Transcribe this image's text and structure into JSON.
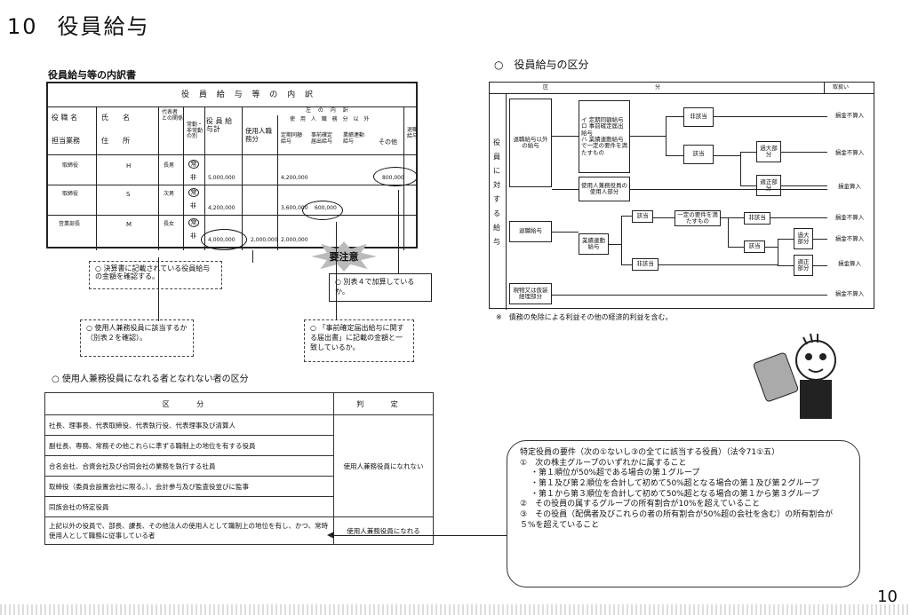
{
  "header": {
    "section_number": "10",
    "section_title": "役員給与"
  },
  "left": {
    "breakdown_title": "役員給与等の内訳書",
    "table_heading": "役 員 給 与 等 の 内 訳",
    "col_role": "役 職 名",
    "col_name": "氏　　名",
    "col_relation": "代表者との関係",
    "col_duty": "担当業務",
    "col_address": "住　　所",
    "col_status": "常勤・非常勤の別",
    "col_total": "役 員 給与計",
    "col_employee": "使用人職務分",
    "breakdown_head": "左 の 内 訳",
    "breakdown_sub": "使 用 人 職 務 分 以 外",
    "col_fixed": "定期同額給与",
    "col_notice": "事前確定届出給与",
    "col_profit": "業績連動給与",
    "col_other": "その他",
    "col_retire": "退職給与",
    "rows": [
      {
        "role": "取締役",
        "name": "H",
        "relation": "長男",
        "status_top": "常",
        "status_bot": "非",
        "total": "5,000,000",
        "fixed": "4,200,000",
        "other": "800,000"
      },
      {
        "role": "取締役",
        "name": "S",
        "relation": "次男",
        "status_top": "常",
        "status_bot": "非",
        "total": "4,200,000",
        "fixed": "3,600,000",
        "notice": "600,000"
      },
      {
        "role": "営業部長",
        "name": "M",
        "relation": "長女",
        "status_top": "常",
        "status_bot": "非",
        "total": "4,000,000",
        "employee": "2,000,000",
        "fixed": "2,000,000"
      }
    ],
    "note1": "○ 決算書に記載されている役員給与の金額を確認する。",
    "caution": "要注意",
    "note2": "○ 別表４で加算しているか。",
    "note3": "○ 使用人兼務役員に該当するか（別表２を確認）。",
    "note4": "○ 「事前確定届出給与に関する届出書」に記載の金額と一致しているか。",
    "judge_title": "○ 使用人兼務役員になれる者となれない者の区分",
    "judge_head_cat": "区 分",
    "judge_head_res": "判 定",
    "judge_rows": [
      "社長、理事長、代表取締役、代表執行役、代表理事及び清算人",
      "副社長、専務、常務その他これらに準ずる職制上の地位を有する役員",
      "合名会社、合資会社及び合同会社の業務を執行する社員",
      "取締役（委員会設置会社に限る。）、会計参与及び監査役並びに監事",
      "同族会社の特定役員",
      "上記以外の役員で、部長、課長、その他法人の使用人として職制上の地位を有し、かつ、常時使用人として職務に従事している者"
    ],
    "judge_no": "使用人兼務役員になれない",
    "judge_yes": "使用人兼務役員になれる"
  },
  "right": {
    "class_title": "○　役員給与の区分",
    "head_cat": "区　　　　　　　　　　　　　　　　　分",
    "head_treat": "取扱い",
    "side_label": "役員に対する給与",
    "non_retire": "退職給与以外の給与",
    "items": "イ 定期同額給与\nロ 事前確定届出給与\nハ 業績連動給与で一定の要件を満たすもの",
    "employee_part": "使用人兼務役員の使用人部分",
    "retire": "退職給与",
    "profit": "業績連動給与",
    "in_kind": "現物又は仮装経理部分",
    "not_apply": "非該当",
    "apply": "該当",
    "req_meet": "一定の要件を満たすもの",
    "excess": "過大部分",
    "proper": "適正部分",
    "non_deduct": "損金不算入",
    "deduct": "損金算入",
    "note": "※　債務の免除による利益その他の経済的利益を含む。",
    "spec_title": "特定役員の要件（次の①ないし③の全てに該当する役員）（法令71①五）",
    "spec_1": "①　次の株主グループのいずれかに属すること",
    "spec_1a": "・第１順位が50%超である場合の第１グループ",
    "spec_1b": "・第１及び第２順位を合計して初めて50%超となる場合の第１及び第２グループ",
    "spec_1c": "・第１から第３順位を合計して初めて50%超となる場合の第１から第３グループ",
    "spec_2": "②　その役員の属するグループの所有割合が10%を超えていること",
    "spec_3": "③　その役員（配偶者及びこれらの者の所有割合が50%超の会社を含む）の所有割合が５%を超えていること"
  },
  "footer": {
    "page_number": "10"
  }
}
